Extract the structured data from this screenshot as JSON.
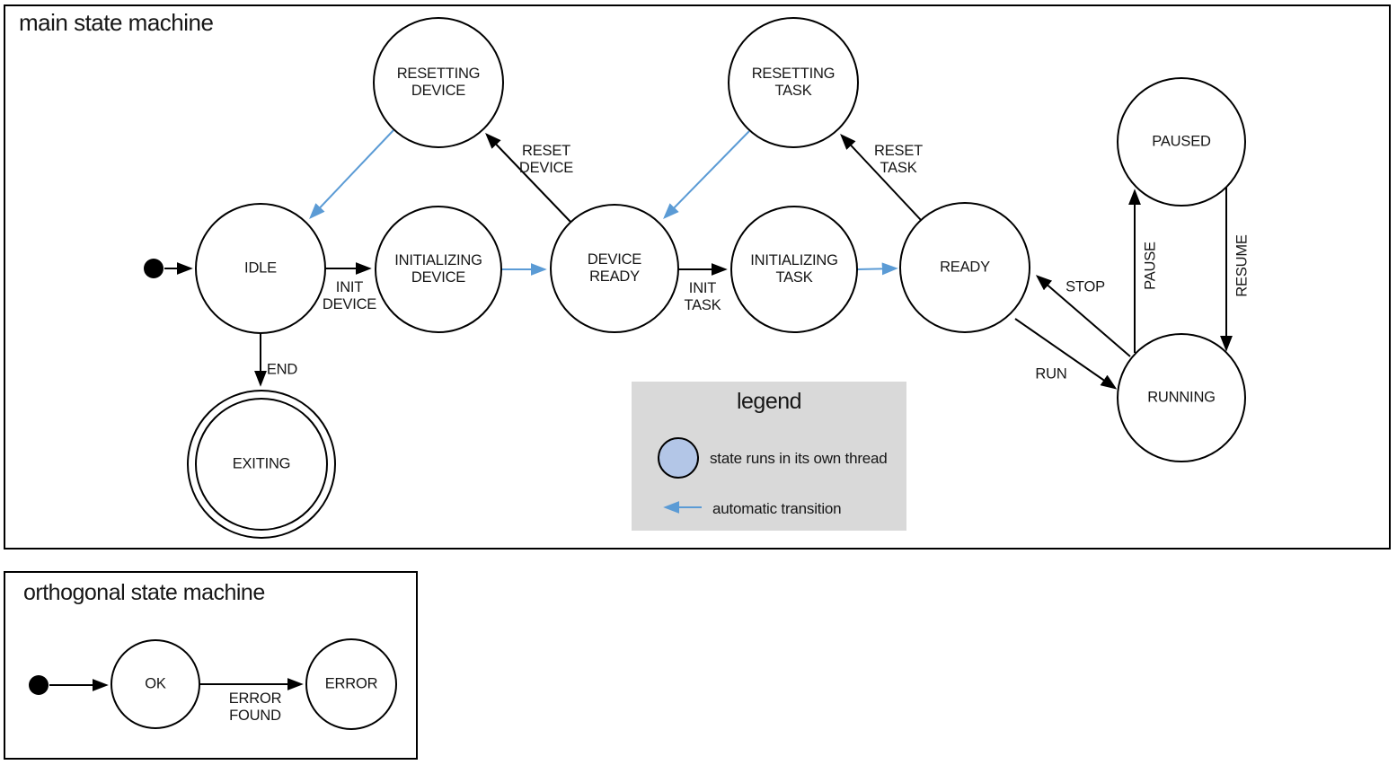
{
  "colors": {
    "state_fill": "#b3c6e7",
    "auto_arrow": "#5b9bd5",
    "legend_bg": "#d9d9d9"
  },
  "main": {
    "title": "main state machine",
    "states": [
      {
        "id": "idle",
        "label": "IDLE",
        "threaded": false
      },
      {
        "id": "resetting-device",
        "label": "RESETTING\nDEVICE",
        "threaded": true
      },
      {
        "id": "initializing-device",
        "label": "INITIALIZING\nDEVICE",
        "threaded": true
      },
      {
        "id": "device-ready",
        "label": "DEVICE\nREADY",
        "threaded": false
      },
      {
        "id": "resetting-task",
        "label": "RESETTING\nTASK",
        "threaded": true
      },
      {
        "id": "initializing-task",
        "label": "INITIALIZING\nTASK",
        "threaded": true
      },
      {
        "id": "ready",
        "label": "READY",
        "threaded": false
      },
      {
        "id": "paused",
        "label": "PAUSED",
        "threaded": true
      },
      {
        "id": "running",
        "label": "RUNNING",
        "threaded": true
      },
      {
        "id": "exiting",
        "label": "EXITING",
        "threaded": true,
        "final": true
      }
    ],
    "transitions": [
      {
        "id": "init-device",
        "label": "INIT\nDEVICE",
        "from": "IDLE",
        "to": "INITIALIZING DEVICE"
      },
      {
        "id": "reset-device",
        "label": "RESET\nDEVICE",
        "from": "DEVICE READY",
        "to": "RESETTING DEVICE"
      },
      {
        "id": "init-task",
        "label": "INIT\nTASK",
        "from": "DEVICE READY",
        "to": "INITIALIZING TASK"
      },
      {
        "id": "reset-task",
        "label": "RESET\nTASK",
        "from": "READY",
        "to": "RESETTING TASK"
      },
      {
        "id": "stop",
        "label": "STOP",
        "from": "RUNNING",
        "to": "READY"
      },
      {
        "id": "run",
        "label": "RUN",
        "from": "READY",
        "to": "RUNNING"
      },
      {
        "id": "pause",
        "label": "PAUSE",
        "from": "RUNNING",
        "to": "PAUSED"
      },
      {
        "id": "resume",
        "label": "RESUME",
        "from": "PAUSED",
        "to": "RUNNING"
      },
      {
        "id": "end",
        "label": "END",
        "from": "IDLE",
        "to": "EXITING"
      }
    ]
  },
  "legend": {
    "title": "legend",
    "items": [
      {
        "id": "threaded-state",
        "label": "state runs in its own thread"
      },
      {
        "id": "automatic-transition",
        "label": "automatic transition"
      }
    ]
  },
  "ortho": {
    "title": "orthogonal state machine",
    "states": [
      {
        "id": "ok",
        "label": "OK"
      },
      {
        "id": "error",
        "label": "ERROR"
      }
    ],
    "transitions": [
      {
        "id": "error-found",
        "label": "ERROR\nFOUND",
        "from": "OK",
        "to": "ERROR"
      }
    ]
  }
}
